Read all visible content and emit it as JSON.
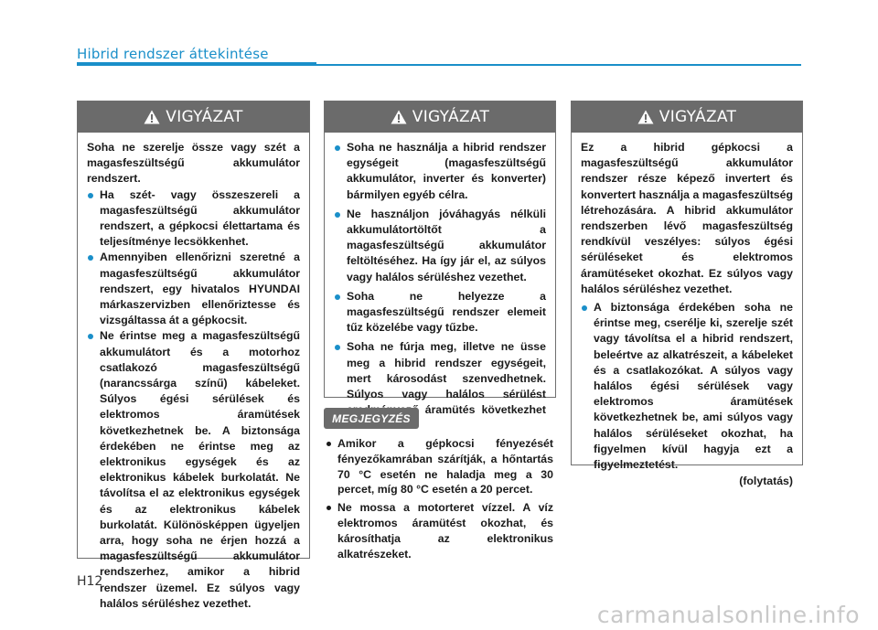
{
  "header": {
    "title": "Hibrid rendszer áttekintése"
  },
  "boxes": [
    {
      "heading": "VIGYÁZAT",
      "intro": "Soha ne szerelje össze vagy szét a magasfeszültségű akkumulátor rendszert.",
      "items": [
        "Ha szét- vagy összeszereli a magasfeszültségű akkumulátor rendszert, a gépkocsi élettartama és teljesítménye lecsökkenhet.",
        "Amennyiben ellenőrizni szeretné a magasfeszültségű akkumulátor rendszert, egy hivatalos HYUNDAI márkaszervizben ellenőriztesse és vizsgáltassa át a gépkocsit.",
        "Ne érintse meg a magasfeszültségű akkumulátort és a motorhoz csatlakozó magasfeszültségű (narancssárga színű) kábeleket. Súlyos égési sérülések és elektromos áramütések következhetnek be. A biztonsága érdekében ne érintse meg az elektronikus egységek és az elektronikus kábelek burkolatát. Ne távolítsa el az elektronikus egységek és az elektronikus kábelek burkolatát. Különösképpen ügyeljen arra, hogy soha ne érjen hozzá a magasfeszültségű akkumulátor rendszerhez, amikor a hibrid rendszer üzemel. Ez súlyos vagy halálos sérüléshez vezethet."
      ]
    },
    {
      "heading": "VIGYÁZAT",
      "items": [
        "Soha ne használja a hibrid rendszer egységeit (magasfeszültségű akkumulátor, inverter és konverter) bármilyen egyéb célra.",
        "Ne használjon jóváhagyás nélküli akkumulátortöltőt a magasfeszültségű akkumulátor feltöltéséhez. Ha így jár el, az súlyos vagy halálos sérüléshez vezethet.",
        "Soha ne helyezze a magasfeszültségű rendszer elemeit tűz közelébe vagy tűzbe.",
        "Soha ne fúrja meg, illetve ne üsse meg a hibrid rendszer egységeit, mert károsodást szenvedhetnek. Súlyos vagy halálos sérülést eredményező áramütés következhet be."
      ]
    },
    {
      "heading": "VIGYÁZAT",
      "intro": "Ez a hibrid gépkocsi a magasfeszültségű akkumulátor rendszer része képező invertert és konvertert használja a magasfeszültség létrehozására. A hibrid akkumulátor rendszerben lévő magasfeszültség rendkívül veszélyes: súlyos égési sérüléseket és elektromos áramütéseket okozhat. Ez súlyos vagy halálos sérüléshez vezethet.",
      "items": [
        "A biztonsága érdekében soha ne érintse meg, cserélje ki, szerelje szét vagy távolítsa el a hibrid rendszert, beleértve az alkatrészeit, a kábeleket és a csatlakozókat. A súlyos vagy halálos égési sérülések vagy elektromos áramütések következhetnek be, ami súlyos vagy halálos sérüléseket okozhat, ha figyelmen kívül hagyja ezt a figyelmeztetést."
      ],
      "continued": "(folytatás)"
    }
  ],
  "note": {
    "label": "MEGJEGYZÉS",
    "items": [
      "Amikor a gépkocsi fényezését fényezőkamrában szárítják, a hőntartás 70 °C esetén ne haladja meg a 30 percet, míg 80 °C esetén a 20 percet.",
      "Ne mossa a motorteret vízzel. A víz elektromos áramütést okozhat, és károsíthatja az elektronikus alkatrészeket."
    ]
  },
  "footer": {
    "page": "H12",
    "watermark": "carmanualsonline.info"
  },
  "colors": {
    "accent": "#1a8fc9",
    "header_bg": "#6b6b6b"
  },
  "icons": {
    "warning": "warning-triangle-icon"
  }
}
